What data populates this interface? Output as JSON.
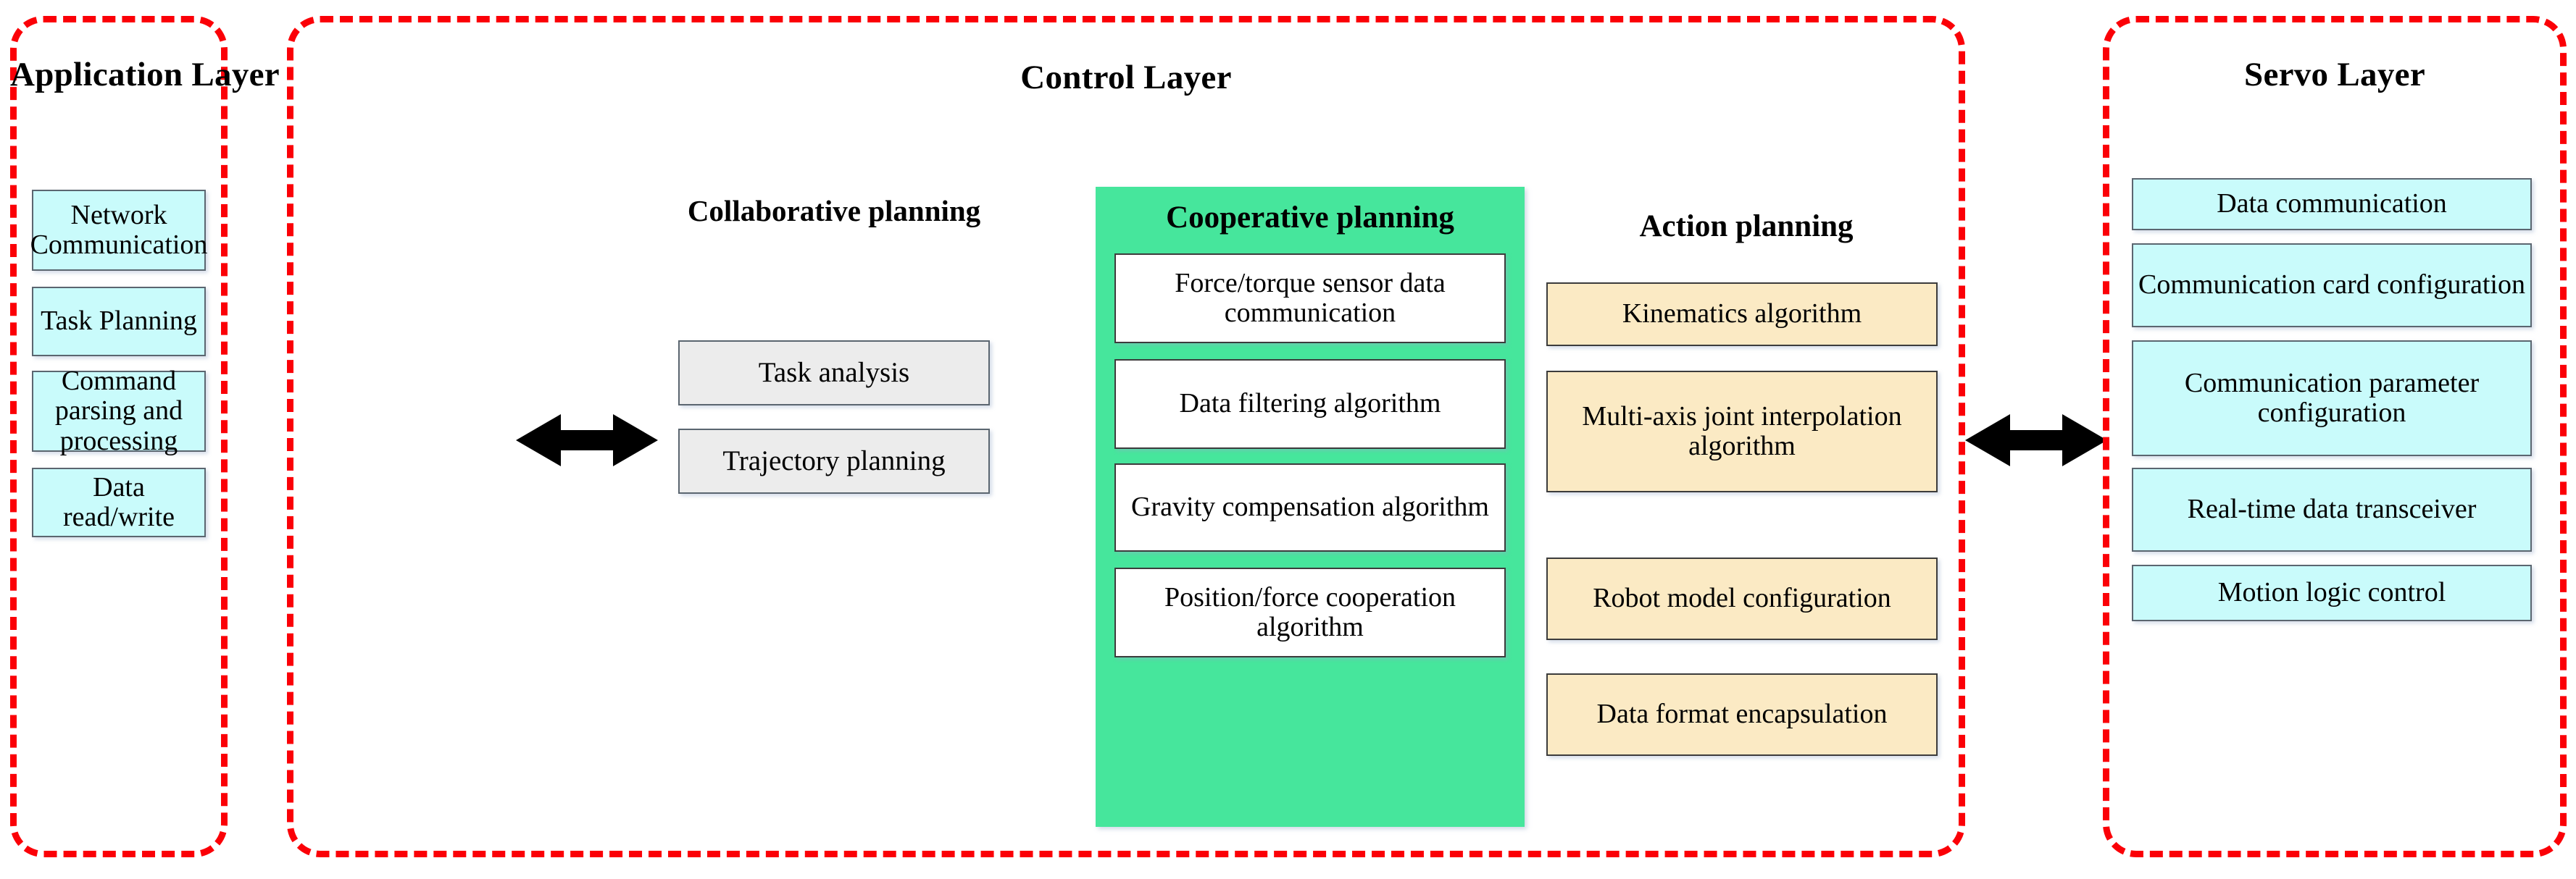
{
  "diagram": {
    "accent_border_color": "#fb0007",
    "node_cyan_color": "#c9fbfb",
    "node_gray_color": "#ececec",
    "node_cream_color": "#fbeac4",
    "coop_panel_color": "#46e69c",
    "layers": {
      "application": {
        "title": "Application Layer",
        "nodes": [
          "Network Communication",
          "Task Planning",
          "Command parsing and processing",
          "Data read/write"
        ]
      },
      "control": {
        "title": "Control Layer",
        "collaborative": {
          "heading": "Collaborative planning",
          "nodes": [
            "Task analysis",
            "Trajectory planning"
          ]
        },
        "cooperative": {
          "heading": "Cooperative planning",
          "nodes": [
            "Force/torque sensor data communication",
            "Data filtering algorithm",
            "Gravity compensation algorithm",
            "Position/force cooperation algorithm"
          ]
        },
        "action": {
          "heading": "Action planning",
          "nodes": [
            "Kinematics algorithm",
            "Multi-axis joint interpolation algorithm",
            "Robot model configuration",
            "Data format encapsulation"
          ]
        }
      },
      "servo": {
        "title": "Servo Layer",
        "nodes": [
          "Data communication",
          "Communication card configuration",
          "Communication parameter configuration",
          "Real-time data transceiver",
          "Motion logic control"
        ]
      }
    },
    "connectors": [
      {
        "name": "application-to-control",
        "type": "double-arrow"
      },
      {
        "name": "control-to-servo",
        "type": "double-arrow"
      }
    ]
  }
}
